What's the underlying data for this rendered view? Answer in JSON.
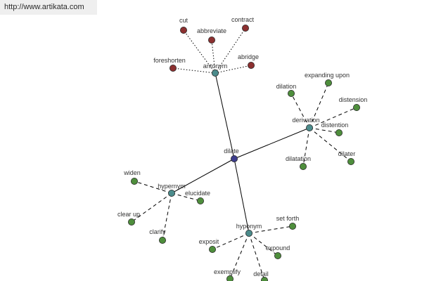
{
  "site_url": "http://www.artikata.com",
  "colors": {
    "center": "#3c3c8c",
    "hub": "#4c8c8c",
    "antonym_leaf": "#8c3030",
    "other_leaf": "#4e8e3c"
  },
  "graph": {
    "center": {
      "id": "dilate",
      "label": "dilate"
    },
    "hubs": [
      {
        "id": "antonym",
        "label": "antonym",
        "edge_style": "dotted",
        "leaf_kind": "antonym_leaf",
        "leaves": [
          {
            "id": "cut",
            "label": "cut"
          },
          {
            "id": "abbreviate",
            "label": "abbreviate"
          },
          {
            "id": "contract",
            "label": "contract"
          },
          {
            "id": "foreshorten",
            "label": "foreshorten"
          },
          {
            "id": "abridge",
            "label": "abridge"
          }
        ]
      },
      {
        "id": "derivation",
        "label": "derivation",
        "edge_style": "dashed",
        "leaf_kind": "other_leaf",
        "leaves": [
          {
            "id": "dilation",
            "label": "dilation"
          },
          {
            "id": "expanding-upon",
            "label": "expanding upon"
          },
          {
            "id": "distension",
            "label": "distension"
          },
          {
            "id": "distention",
            "label": "distention"
          },
          {
            "id": "dilater",
            "label": "dilater"
          },
          {
            "id": "dilatation",
            "label": "dilatation"
          }
        ]
      },
      {
        "id": "hypernym",
        "label": "hypernym",
        "edge_style": "dashed",
        "leaf_kind": "other_leaf",
        "leaves": [
          {
            "id": "widen",
            "label": "widen"
          },
          {
            "id": "elucidate",
            "label": "elucidate"
          },
          {
            "id": "clear-up",
            "label": "clear up"
          },
          {
            "id": "clarify",
            "label": "clarify"
          }
        ]
      },
      {
        "id": "hyponym",
        "label": "hyponym",
        "edge_style": "dashed",
        "leaf_kind": "other_leaf",
        "leaves": [
          {
            "id": "set-forth",
            "label": "set forth"
          },
          {
            "id": "exposit",
            "label": "exposit"
          },
          {
            "id": "expound",
            "label": "expound"
          },
          {
            "id": "exemplify",
            "label": "exemplify"
          },
          {
            "id": "detail",
            "label": "detail"
          }
        ]
      }
    ]
  }
}
